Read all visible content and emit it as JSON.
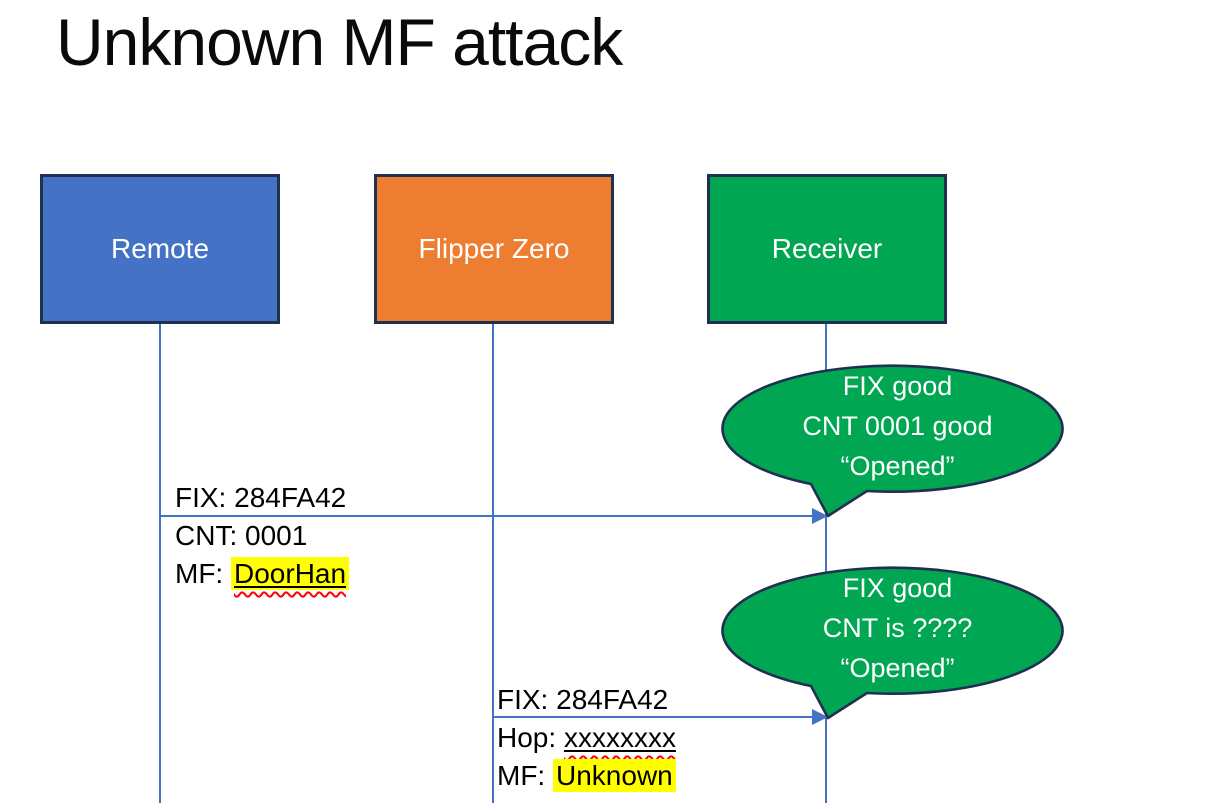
{
  "title": "Unknown MF attack",
  "actors": [
    {
      "label": "Remote",
      "fill": "#4472C4"
    },
    {
      "label": "Flipper Zero",
      "fill": "#ED7D31"
    },
    {
      "label": "Receiver",
      "fill": "#00A651"
    }
  ],
  "message1": {
    "from": "Remote",
    "to": "Receiver",
    "line1": "FIX: 284FA42",
    "line2": "CNT: 0001",
    "line3_prefix": "MF: ",
    "line3_word": "DoorHan"
  },
  "message2": {
    "from": "Flipper Zero",
    "to": "Receiver",
    "line1": "FIX: 284FA42",
    "line2_prefix": "Hop: ",
    "line2_word": "xxxxxxxx",
    "line3_prefix": "MF: ",
    "line3_word": "Unknown"
  },
  "callout1": {
    "line1": "FIX good",
    "line2": "CNT 0001 good",
    "line3": "“Opened”"
  },
  "callout2": {
    "line1": "FIX good",
    "line2": "CNT is ????",
    "line3": "“Opened”"
  },
  "colors": {
    "remote_fill": "#4472C4",
    "flipper_fill": "#ED7D31",
    "receiver_fill": "#00A651",
    "callout_fill": "#00A651",
    "shape_border": "#1F3050",
    "line_color": "#4472C4",
    "highlight": "#FFFF00",
    "squiggle": "#FF0000",
    "text_black": "#000000",
    "text_white": "#FFFFFF"
  }
}
